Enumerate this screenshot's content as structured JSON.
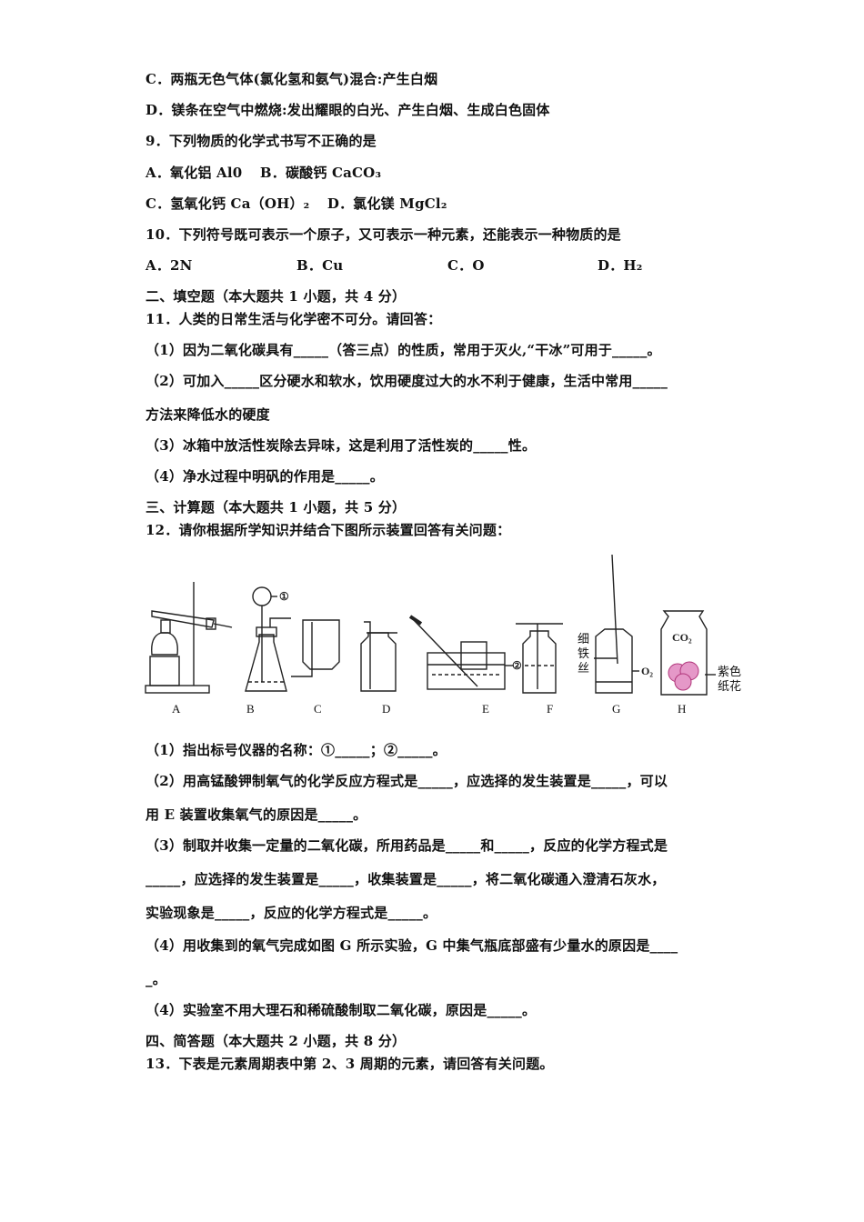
{
  "q8": {
    "option_c": "C．两瓶无色气体(氯化氢和氨气)混合:产生白烟",
    "option_d": "D．镁条在空气中燃烧:发出耀眼的白光、产生白烟、生成白色固体"
  },
  "q9": {
    "stem": "9．下列物质的化学式书写不正确的是",
    "option_a": "A．氧化铝 Al0",
    "option_b": "B．碳酸钙 CaCO₃",
    "option_c": "C．氢氧化钙 Ca（OH）₂",
    "option_d": "D．氯化镁 MgCl₂"
  },
  "q10": {
    "stem": "10．下列符号既可表示一个原子，又可表示一种元素，还能表示一种物质的是",
    "options": [
      "A．2N",
      "B．Cu",
      "C．O",
      "D．H₂"
    ]
  },
  "section2": {
    "heading": "二、填空题（本大题共 1 小题，共 4 分）",
    "q11_stem": "11．人类的日常生活与化学密不可分。请回答：",
    "q11_1": "（1）因为二氧化碳具有_____（答三点）的性质，常用于灭火,“干冰”可用于_____。",
    "q11_2a": "（2）可加入_____区分硬水和软水，饮用硬度过大的水不利于健康，生活中常用_____",
    "q11_2b": "方法来降低水的硬度",
    "q11_3": "（3）冰箱中放活性炭除去异味，这是利用了活性炭的_____性。",
    "q11_4": "（4）净水过程中明矾的作用是_____。"
  },
  "section3": {
    "heading": "三、计算题（本大题共 1 小题，共 5 分）",
    "q12_stem": "12．请你根据所学知识并结合下图所示装置回答有关问题：",
    "figure": {
      "labels": [
        "A",
        "B",
        "C",
        "D",
        "E",
        "F",
        "G",
        "H"
      ],
      "marker_1": "①",
      "marker_2": "②",
      "g_note": [
        "细",
        "铁",
        "丝"
      ],
      "g_gas": "O₂",
      "h_gas": "CO₂",
      "h_note": [
        "紫色",
        "纸花"
      ]
    },
    "q12_1": "（1）指出标号仪器的名称：①_____；②_____。",
    "q12_2a": "（2）用高锰酸钾制氧气的化学反应方程式是_____，应选择的发生装置是_____，可以",
    "q12_2b": "用 E 装置收集氧气的原因是_____。",
    "q12_3a": "（3）制取并收集一定量的二氧化碳，所用药品是_____和_____，反应的化学方程式是",
    "q12_3b": "_____，应选择的发生装置是_____，收集装置是_____，将二氧化碳通入澄清石灰水，",
    "q12_3c": "实验现象是_____，反应的化学方程式是_____。",
    "q12_4a": "（4）用收集到的氧气完成如图 G 所示实验，G 中集气瓶底部盛有少量水的原因是____",
    "q12_4b": "_。",
    "q12_5": "（4）实验室不用大理石和稀硫酸制取二氧化碳，原因是_____。"
  },
  "section4": {
    "heading": "四、简答题（本大题共 2 小题，共 8 分）",
    "q13_stem": "13．下表是元素周期表中第 2、3 周期的元素，请回答有关问题。"
  }
}
